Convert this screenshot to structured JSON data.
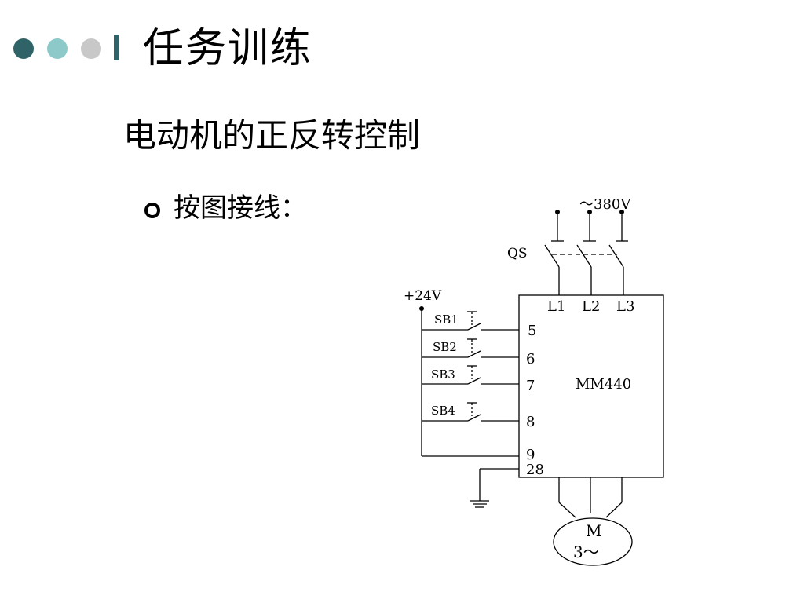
{
  "colors": {
    "dot_dark": "#2f6368",
    "dot_light": "#8ec9c9",
    "dot_gray": "#c8c8c8",
    "bar": "#2f6368"
  },
  "slide": {
    "title": "任务训练",
    "subtitle": "电动机的正反转控制",
    "bullet": "按图接线："
  },
  "diagram": {
    "supply_label": "～380V",
    "switch_label": "QS",
    "dc_label": "+24V",
    "inverter": {
      "name": "MM440",
      "phases": [
        "L1",
        "L2",
        "L3"
      ],
      "terminals": [
        "5",
        "6",
        "7",
        "8",
        "9",
        "28"
      ]
    },
    "buttons": [
      "SB1",
      "SB2",
      "SB3",
      "SB4"
    ],
    "motor": {
      "letter": "M",
      "phase": "3～"
    }
  }
}
